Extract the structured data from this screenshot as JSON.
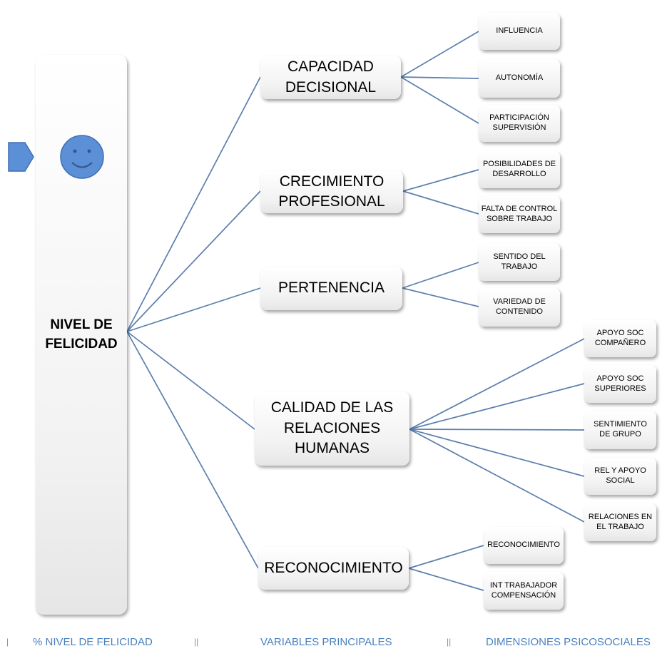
{
  "root": {
    "line1": "NIVEL DE",
    "line2": "FELICIDAD"
  },
  "main_nodes": [
    {
      "line1": "CAPACIDAD",
      "line2": "DECISIONAL"
    },
    {
      "line1": "CRECIMIENTO",
      "line2": "PROFESIONAL"
    },
    {
      "line1": "PERTENENCIA",
      "line2": ""
    },
    {
      "line1": "CALIDAD DE LAS",
      "line2": "RELACIONES",
      "line3": "HUMANAS"
    },
    {
      "line1": "RECONOCIMIENTO",
      "line2": ""
    }
  ],
  "sub_nodes": [
    {
      "line1": "INFLUENCIA",
      "line2": ""
    },
    {
      "line1": "AUTONOMÍA",
      "line2": ""
    },
    {
      "line1": "PARTICIPACIÓN",
      "line2": "SUPERVISIÓN"
    },
    {
      "line1": "POSIBILIDADES DE",
      "line2": "DESARROLLO"
    },
    {
      "line1": "FALTA DE CONTROL",
      "line2": "SOBRE TRABAJO"
    },
    {
      "line1": "SENTIDO DEL",
      "line2": "TRABAJO"
    },
    {
      "line1": "VARIEDAD DE",
      "line2": "CONTENIDO"
    },
    {
      "line1": "APOYO SOC",
      "line2": "COMPAÑERO"
    },
    {
      "line1": "APOYO SOC",
      "line2": "SUPERIORES"
    },
    {
      "line1": "SENTIMIENTO",
      "line2": "DE GRUPO"
    },
    {
      "line1": "REL Y APOYO",
      "line2": "SOCIAL"
    },
    {
      "line1": "RELACIONES EN",
      "line2": "EL TRABAJO"
    },
    {
      "line1": "RECONOCIMIENTO",
      "line2": ""
    },
    {
      "line1": "INT TRABAJADOR",
      "line2": "COMPENSACIÓN"
    }
  ],
  "footer": {
    "col1": "% NIVEL DE FELICIDAD",
    "col2": "VARIABLES PRINCIPALES",
    "col3": "DIMENSIONES PSICOSOCIALES",
    "sep1": "|",
    "sep2": "||",
    "sep3": "||"
  },
  "icons": {
    "arrow": "pentagon-arrow-icon",
    "face": "smiley-face-icon"
  },
  "colors": {
    "connector": "#5b7fad",
    "accent": "#5b8fd6",
    "footer_text": "#4a80c0"
  }
}
